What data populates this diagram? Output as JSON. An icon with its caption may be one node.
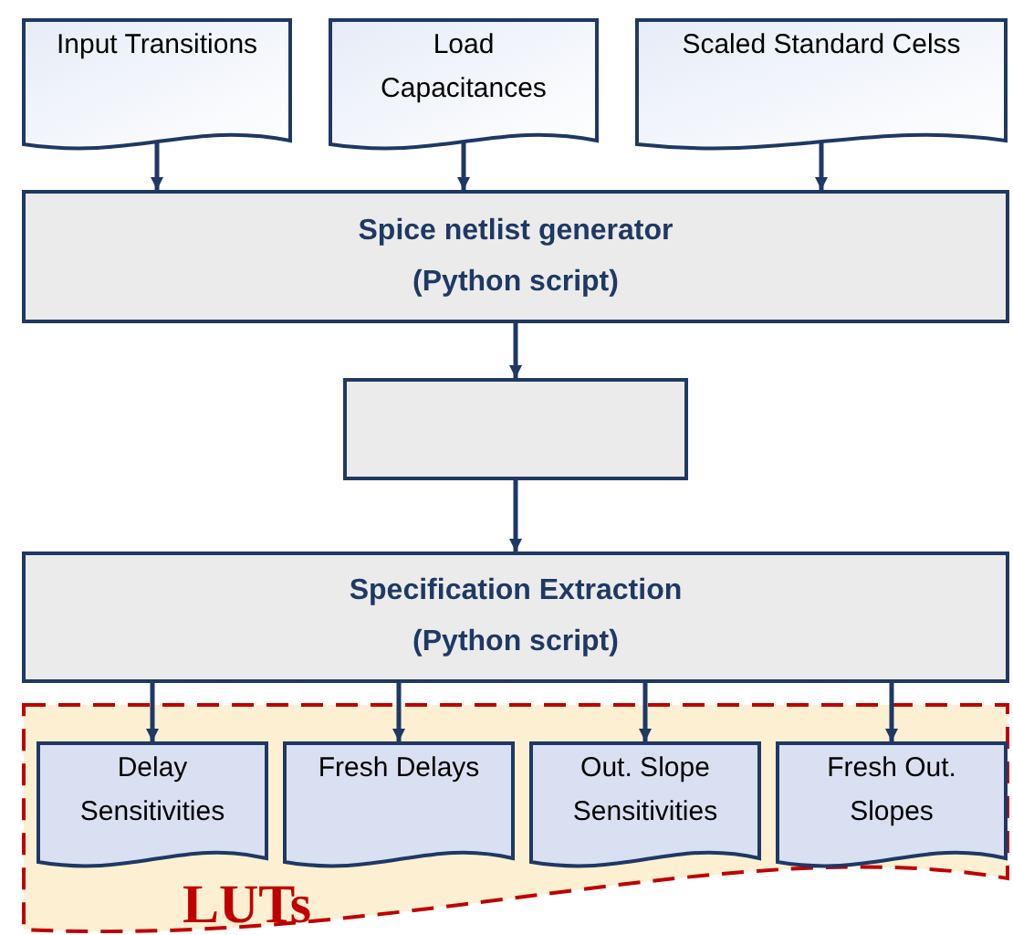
{
  "diagram": {
    "nodes": [
      {
        "text": [
          "Input Transitions"
        ]
      },
      {
        "text": [
          "Load Capacitances"
        ]
      },
      {
        "text": [
          "Scaled Standard Celss"
        ]
      },
      {
        "text": [
          "Spice netlist generator (Python script)"
        ]
      },
      {
        "text": [],
        "shape": "box"
      },
      {
        "text": [
          "Specification Extraction (Python script)"
        ]
      },
      {
        "text": [
          "LUTs"
        ]
      },
      {
        "text": [
          "Delay Sensitivities"
        ],
        "in": 6
      },
      {
        "text": [
          "Fresh Delays"
        ],
        "in": 6
      },
      {
        "text": [
          "Out. Slope Sensitivities"
        ],
        "in": 6
      },
      {
        "text": [
          "Fresh Out. Slopes"
        ],
        "in": 6
      }
    ],
    "edges": [
      {
        "from": 0,
        "to": 3,
        "arrow": "to"
      },
      {
        "from": 1,
        "to": 3,
        "arrow": "to"
      },
      {
        "from": 2,
        "to": 3,
        "arrow": "to"
      },
      {
        "from": 3,
        "to": 4,
        "arrow": "to"
      },
      {
        "from": 4,
        "to": 5,
        "arrow": "to"
      },
      {
        "from": 5,
        "to": 7,
        "arrow": "to"
      },
      {
        "from": 5,
        "to": 8,
        "arrow": "to"
      },
      {
        "from": 5,
        "to": 9,
        "arrow": "to"
      },
      {
        "from": 5,
        "to": 10,
        "arrow": "to"
      }
    ]
  }
}
